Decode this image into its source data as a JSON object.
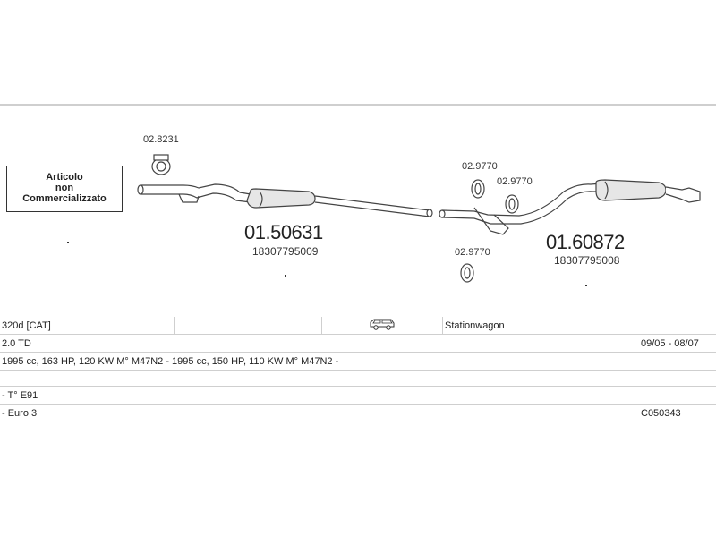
{
  "diagram": {
    "not_sold_label": [
      "Articolo",
      "non",
      "Commercializzato"
    ],
    "parts": {
      "clamp_top": "02.8231",
      "front_silencer_code": "01.50631",
      "front_silencer_oem": "18307795009",
      "ring_1": "02.9770",
      "ring_2": "02.9770",
      "ring_3": "02.9770",
      "rear_silencer_code": "01.60872",
      "rear_silencer_oem": "18307795008"
    }
  },
  "vehicle": {
    "model": "320d  [CAT]",
    "body_type": "Stationwagon",
    "engine": "2.0 TD",
    "years": "09/05 - 08/07",
    "engine_details": "1995 cc, 163 HP, 120 KW M° M47N2 - 1995 cc, 150 HP, 110 KW M° M47N2 -",
    "type": "- T° E91",
    "emission": "- Euro 3",
    "catalogue_code": "C050343"
  },
  "icons": {
    "vehicle_icon": "station-wagon-car-icon"
  }
}
